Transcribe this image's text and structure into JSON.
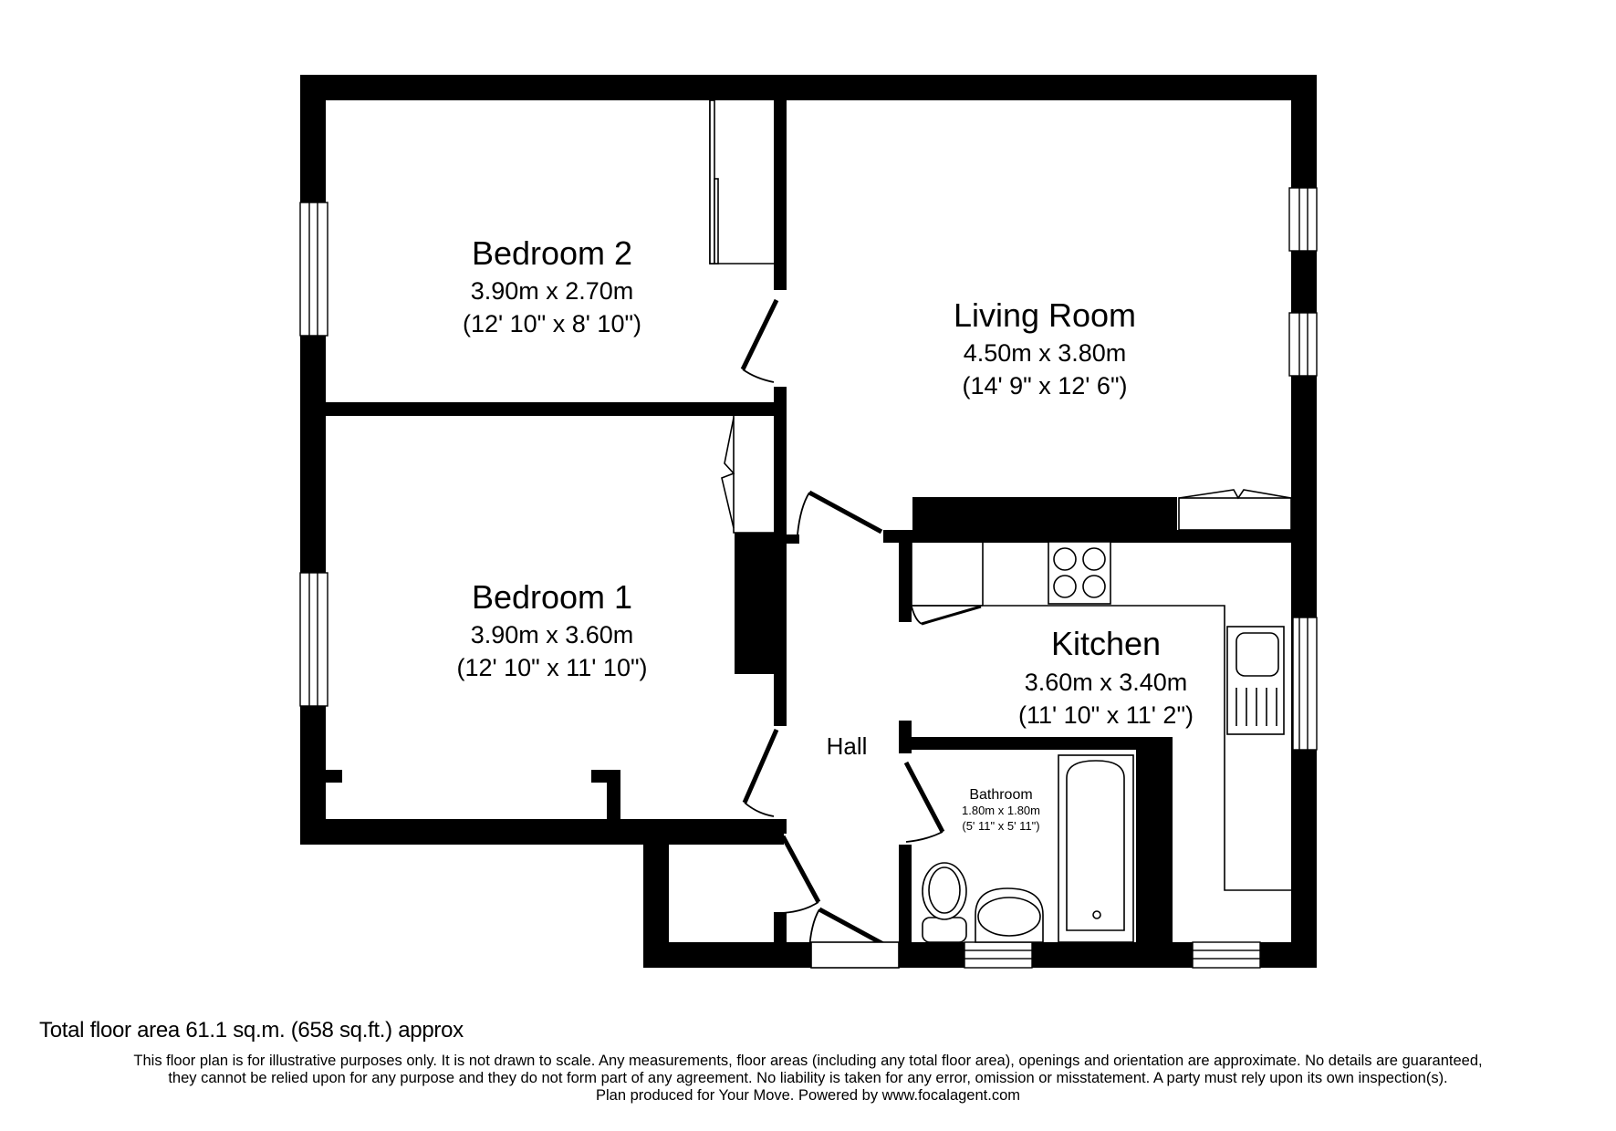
{
  "rooms": {
    "bedroom2": {
      "name": "Bedroom 2",
      "metric": "3.90m x 2.70m",
      "imperial": "(12' 10\" x 8' 10\")"
    },
    "living_room": {
      "name": "Living Room",
      "metric": "4.50m x 3.80m",
      "imperial": "(14' 9\" x 12' 6\")"
    },
    "bedroom1": {
      "name": "Bedroom 1",
      "metric": "3.90m x 3.60m",
      "imperial": "(12' 10\" x 11' 10\")"
    },
    "kitchen": {
      "name": "Kitchen",
      "metric": "3.60m x 3.40m",
      "imperial": "(11' 10\" x 11' 2\")"
    },
    "hall": {
      "name": "Hall"
    },
    "bathroom": {
      "name": "Bathroom",
      "metric": "1.80m x 1.80m",
      "imperial": "(5' 11\" x 5' 11\")"
    }
  },
  "footer": {
    "total_area": "Total floor area 61.1 sq.m. (658 sq.ft.) approx",
    "disclaimer": [
      "This floor plan is for illustrative purposes only. It is not drawn to scale. Any measurements, floor areas (including any total floor area), openings and orientation are approximate. No details are guaranteed,",
      "they cannot be relied upon for any purpose and they do not form part of any agreement. No liability is taken for any error, omission or misstatement. A party must rely upon its own inspection(s).",
      "Plan produced for Your Move. Powered by www.focalagent.com"
    ]
  },
  "colors": {
    "wall": "#000000",
    "background": "#ffffff"
  }
}
